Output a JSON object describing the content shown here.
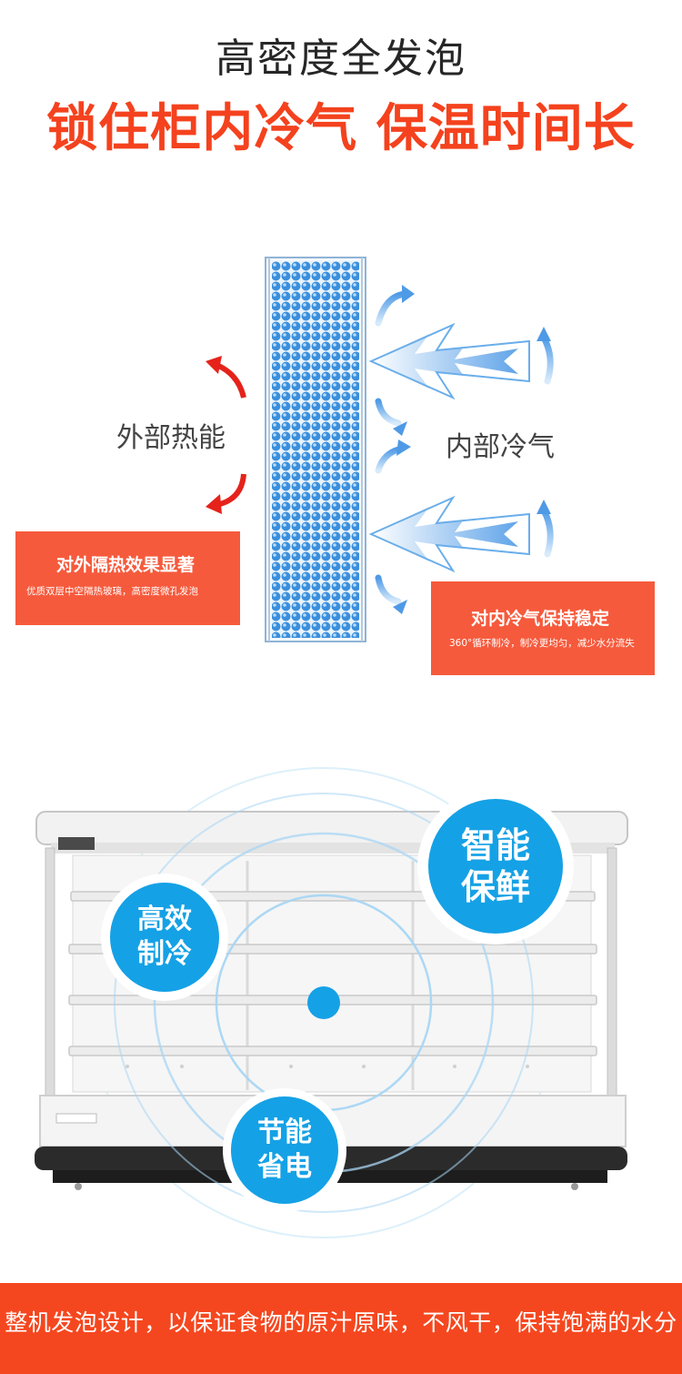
{
  "header": {
    "title": "高密度全发泡",
    "headline": "锁住柜内冷气 保温时间长"
  },
  "diagram": {
    "outer_label": "外部热能",
    "inner_label": "内部冷气",
    "colors": {
      "heat_arrow": "#e5231b",
      "cold_arrow": "#5aa6e8",
      "panel": "#2f86d4"
    }
  },
  "cards": {
    "outer": {
      "title": "对外隔热效果显著",
      "desc": "优质双层中空隔热玻璃，高密度微孔发泡"
    },
    "inner": {
      "title": "对内冷气保持稳定",
      "desc": "360°循环制冷，制冷更均匀，减少水分流失"
    }
  },
  "features": {
    "cooling": {
      "line1": "高效",
      "line2": "制冷"
    },
    "fresh": {
      "line1": "智能",
      "line2": "保鲜"
    },
    "energy": {
      "line1": "节能",
      "line2": "省电"
    },
    "accent": "#15a1e6"
  },
  "footer": {
    "text": "整机发泡设计，以保证食物的原汁原味，不风干，保持饱满的水分"
  }
}
